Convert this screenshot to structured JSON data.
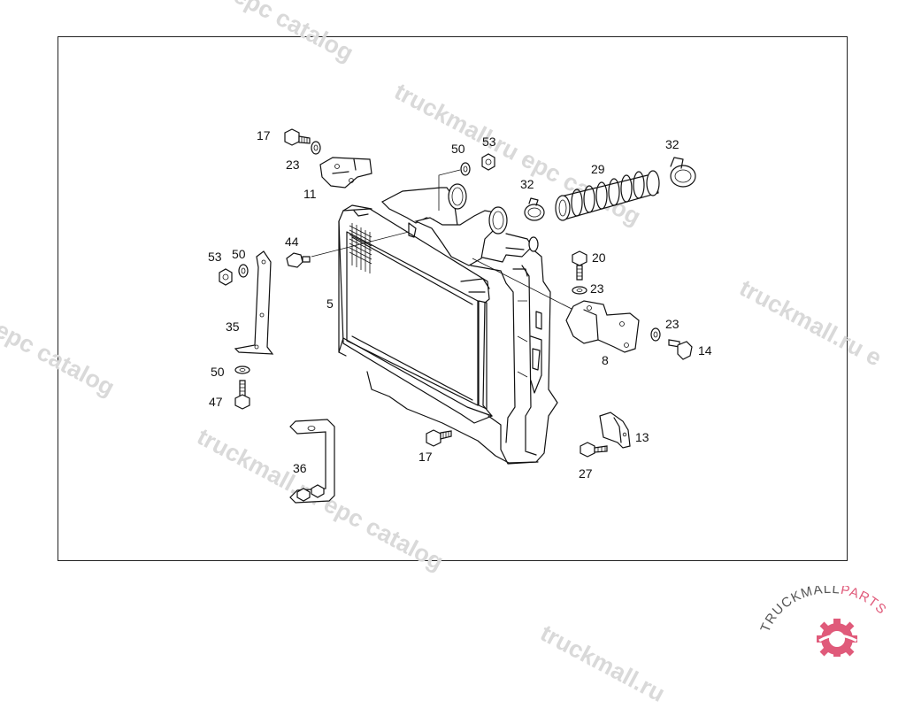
{
  "callouts": {
    "c17a": "17",
    "c23a": "23",
    "c11": "11",
    "c50a": "50",
    "c53a": "53",
    "c32a": "32",
    "c29": "29",
    "c32b": "32",
    "c44": "44",
    "c53b": "53",
    "c50b": "50",
    "c5": "5",
    "c35": "35",
    "c50c": "50",
    "c47": "47",
    "c20": "20",
    "c23b": "23",
    "c23c": "23",
    "c8": "8",
    "c14": "14",
    "c13": "13",
    "c17b": "17",
    "c27": "27",
    "c36": "36"
  },
  "watermark": {
    "w1": "l epc catalog",
    "w2": "truckmall.ru epc catalog",
    "w3": "truckmall.ru e",
    "w4": "l epc catalog",
    "w5": "truckmall.ru epc catalog",
    "w6": "truckmall.ru"
  },
  "logo": {
    "brand_left": "TRUCKMALL",
    "brand_right": "PARTS",
    "brand_color": "#e05a7a"
  }
}
